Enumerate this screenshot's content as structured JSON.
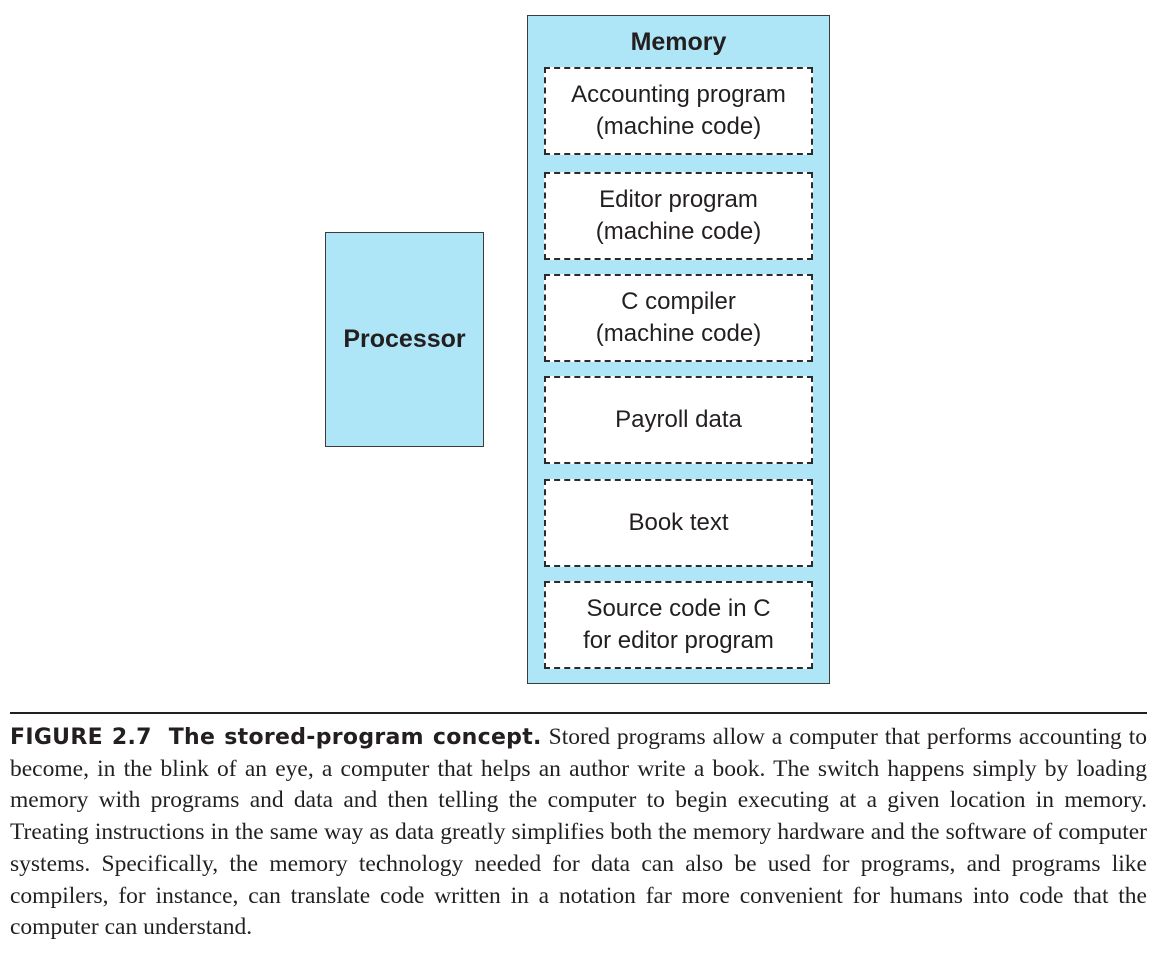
{
  "processor": {
    "label": "Processor"
  },
  "memory": {
    "title": "Memory",
    "cells": [
      {
        "line1": "Accounting program",
        "line2": "(machine code)"
      },
      {
        "line1": "Editor program",
        "line2": "(machine code)"
      },
      {
        "line1": "C compiler",
        "line2": "(machine code)"
      },
      {
        "line1": "Payroll data",
        "line2": ""
      },
      {
        "line1": "Book text",
        "line2": ""
      },
      {
        "line1": "Source code in C",
        "line2": "for editor program"
      }
    ]
  },
  "caption": {
    "label": "FIGURE 2.7",
    "title": "The stored-program concept.",
    "text": "Stored programs allow a computer that performs accounting to become, in the blink of an eye, a computer that helps an author write a book. The switch happens simply by loading memory with programs and data and then telling the computer to begin executing at a given location in memory. Treating instructions in the same way as data greatly simplifies both the memory hardware and the software of computer systems. Specifically, the memory technology needed for data can also be used for programs, and programs like compilers, for instance, can translate code written in a notation far more convenient for humans into code that the computer can understand."
  }
}
